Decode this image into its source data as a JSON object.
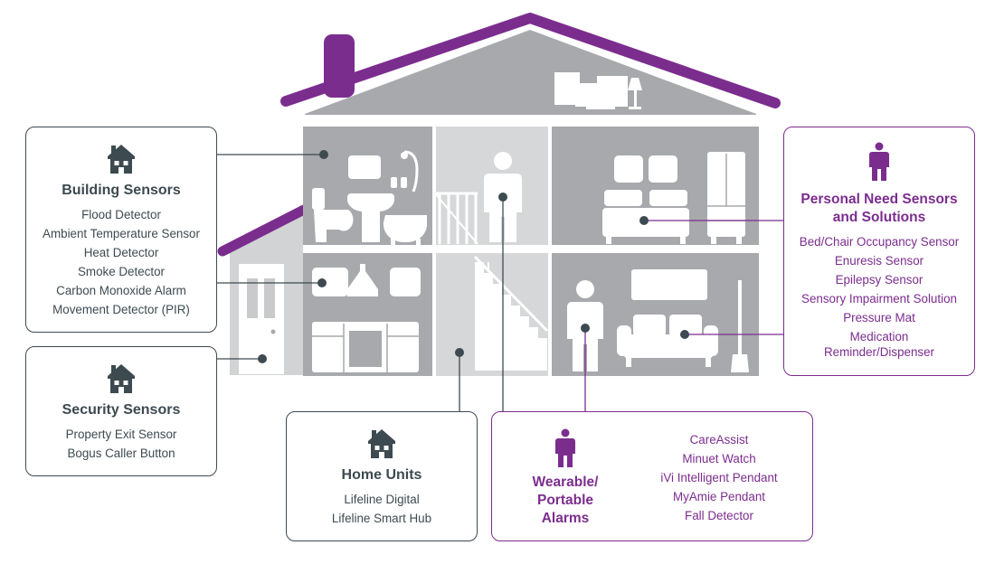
{
  "colors": {
    "purple": "#7b2d8e",
    "dark": "#3d4a50",
    "house_grey": "#a7a9ac",
    "house_light": "#d1d3d4"
  },
  "building_sensors": {
    "icon": "house-icon",
    "title": "Building Sensors",
    "items": [
      "Flood Detector",
      "Ambient Temperature Sensor",
      "Heat Detector",
      "Smoke Detector",
      "Carbon Monoxide Alarm",
      "Movement Detector (PIR)"
    ]
  },
  "security_sensors": {
    "icon": "house-icon",
    "title": "Security Sensors",
    "items": [
      "Property Exit Sensor",
      "Bogus Caller Button"
    ]
  },
  "home_units": {
    "icon": "house-icon",
    "title": "Home Units",
    "items": [
      "Lifeline Digital",
      "Lifeline Smart Hub"
    ]
  },
  "wearable_alarms": {
    "icon": "person-icon",
    "title_lines": [
      "Wearable/",
      "Portable",
      "Alarms"
    ],
    "items": [
      "CareAssist",
      "Minuet Watch",
      "iVi Intelligent Pendant",
      "MyAmie Pendant",
      "Fall Detector"
    ]
  },
  "personal_need": {
    "icon": "person-icon",
    "title_lines": [
      "Personal Need Sensors",
      "and Solutions"
    ],
    "items": [
      "Bed/Chair Occupancy Sensor",
      "Enuresis Sensor",
      "Epilepsy Sensor",
      "Sensory Impairment Solution",
      "Pressure Mat",
      "Medication Reminder/Dispenser"
    ]
  }
}
